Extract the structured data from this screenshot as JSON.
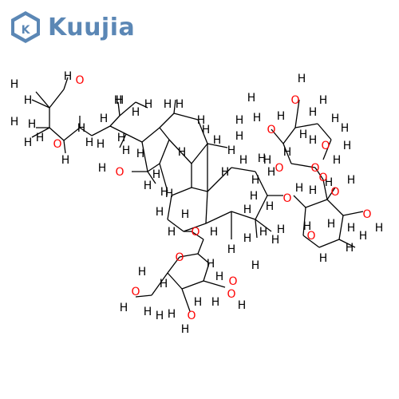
{
  "brand": {
    "name": "Kuujia",
    "logo_letter": "K",
    "logo_color": "#5b87b5"
  },
  "molecule": {
    "bond_color": "#000000",
    "hydrogen_color": "#000000",
    "oxygen_color": "#ff0000",
    "hydrogen_label": "H",
    "oxygen_label": "O"
  }
}
